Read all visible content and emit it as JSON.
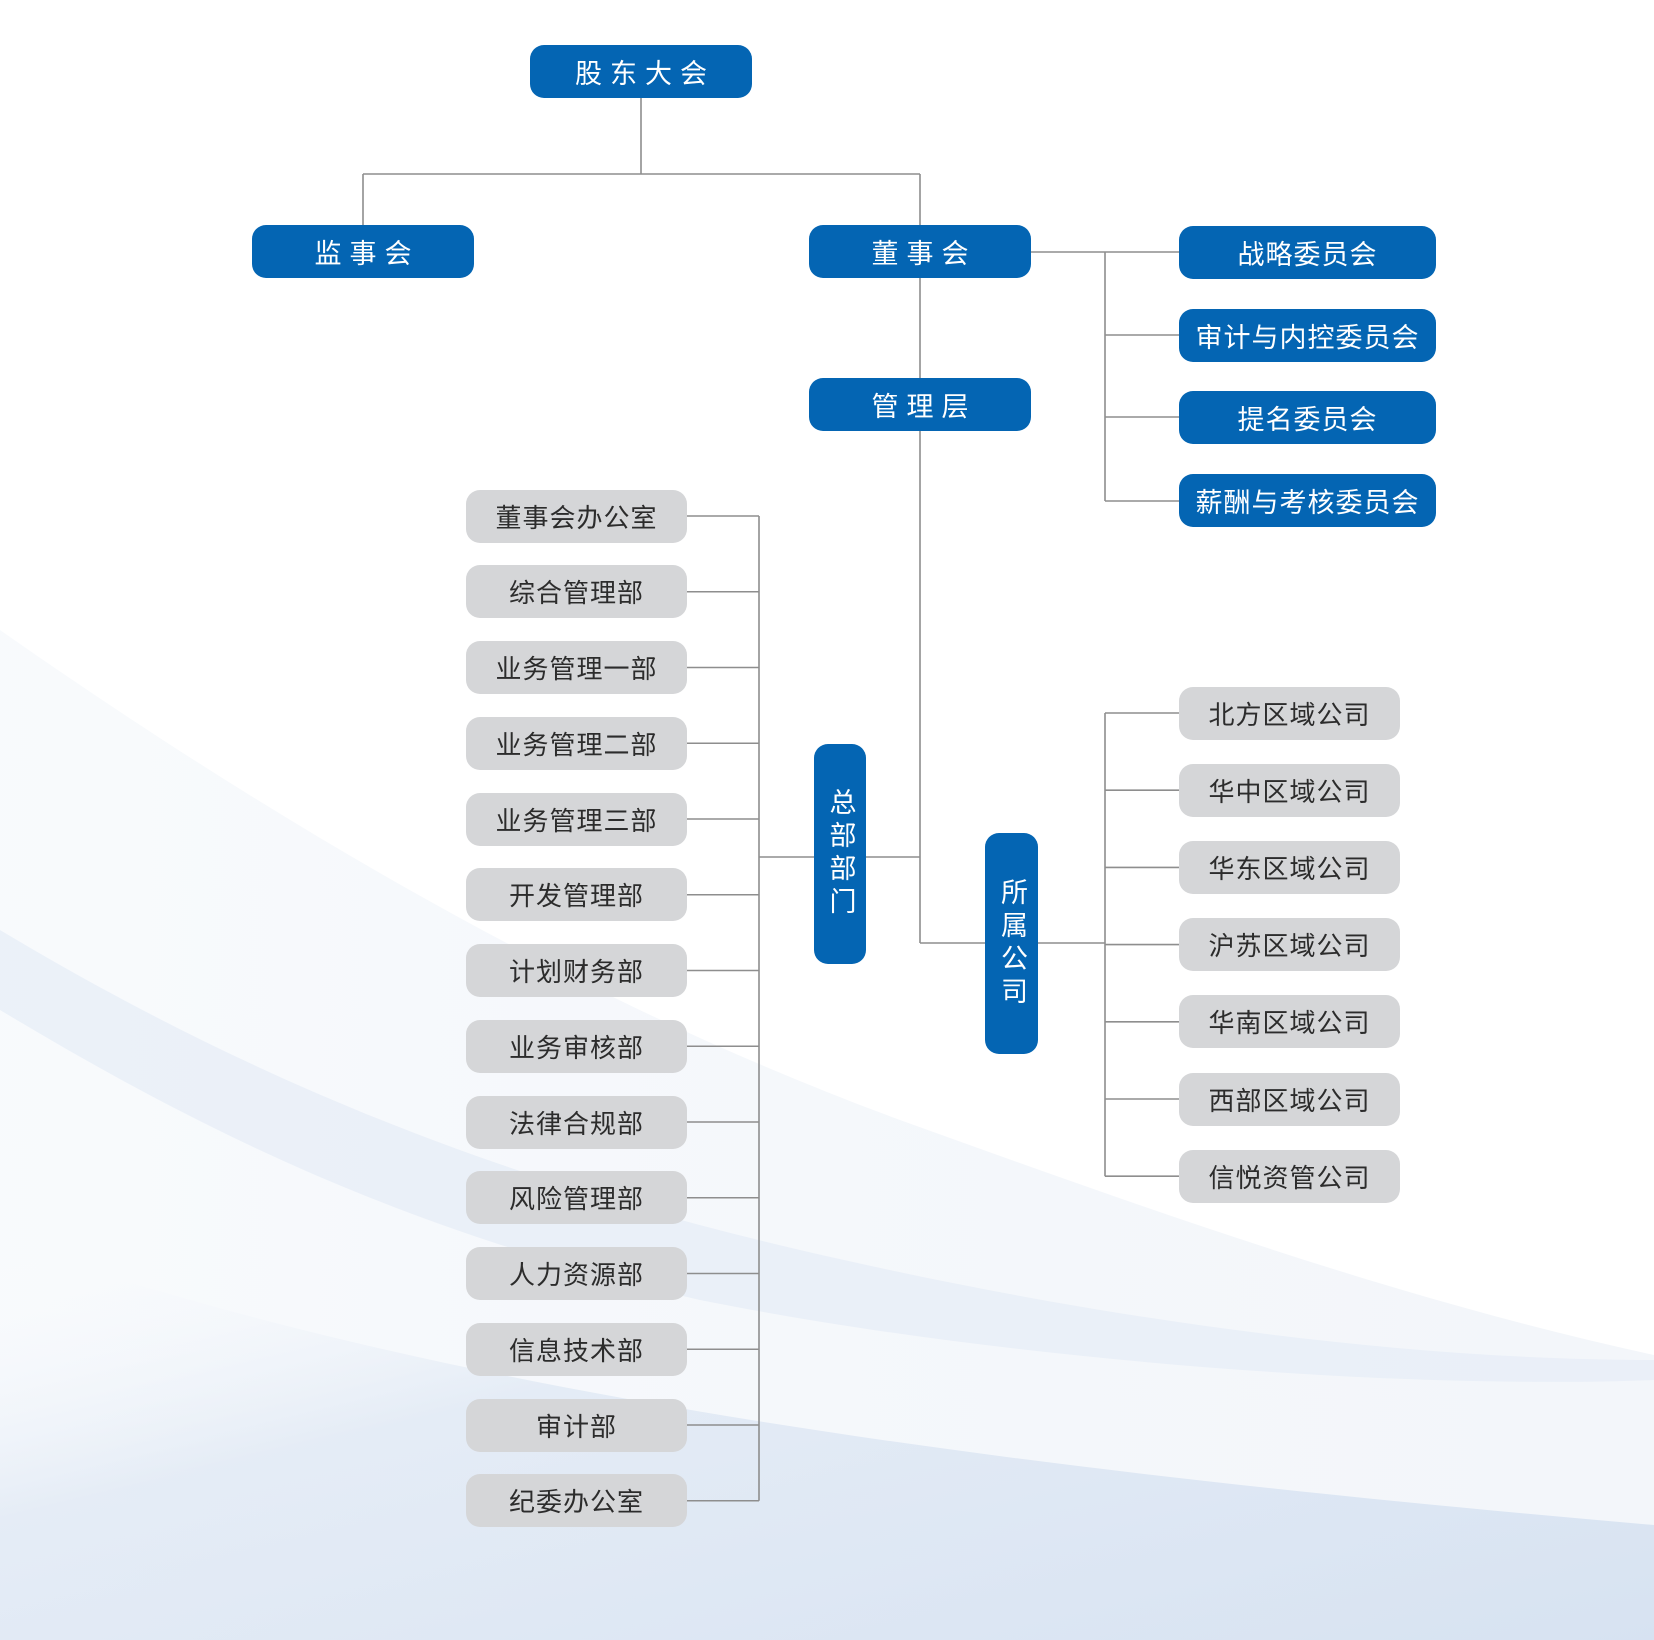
{
  "title": "组织架构图",
  "colors": {
    "primary_blue": "#0465b3",
    "gray_box": "#d5d6d8",
    "connector": "#8e8e8e"
  },
  "top": {
    "label": "股东大会"
  },
  "supervisory_board": {
    "label": "监事会"
  },
  "board": {
    "label": "董事会"
  },
  "management": {
    "label": "管理层"
  },
  "committees": [
    {
      "label": "战略委员会"
    },
    {
      "label": "审计与内控委员会"
    },
    {
      "label": "提名委员会"
    },
    {
      "label": "薪酬与考核委员会"
    }
  ],
  "headquarters": {
    "label": "总部部门",
    "departments": [
      {
        "label": "董事会办公室"
      },
      {
        "label": "综合管理部"
      },
      {
        "label": "业务管理一部"
      },
      {
        "label": "业务管理二部"
      },
      {
        "label": "业务管理三部"
      },
      {
        "label": "开发管理部"
      },
      {
        "label": "计划财务部"
      },
      {
        "label": "业务审核部"
      },
      {
        "label": "法律合规部"
      },
      {
        "label": "风险管理部"
      },
      {
        "label": "人力资源部"
      },
      {
        "label": "信息技术部"
      },
      {
        "label": "审计部"
      },
      {
        "label": "纪委办公室"
      }
    ]
  },
  "subsidiaries": {
    "label": "所属公司",
    "companies": [
      {
        "label": "北方区域公司"
      },
      {
        "label": "华中区域公司"
      },
      {
        "label": "华东区域公司"
      },
      {
        "label": "沪苏区域公司"
      },
      {
        "label": "华南区域公司"
      },
      {
        "label": "西部区域公司"
      },
      {
        "label": "信悦资管公司"
      }
    ]
  }
}
